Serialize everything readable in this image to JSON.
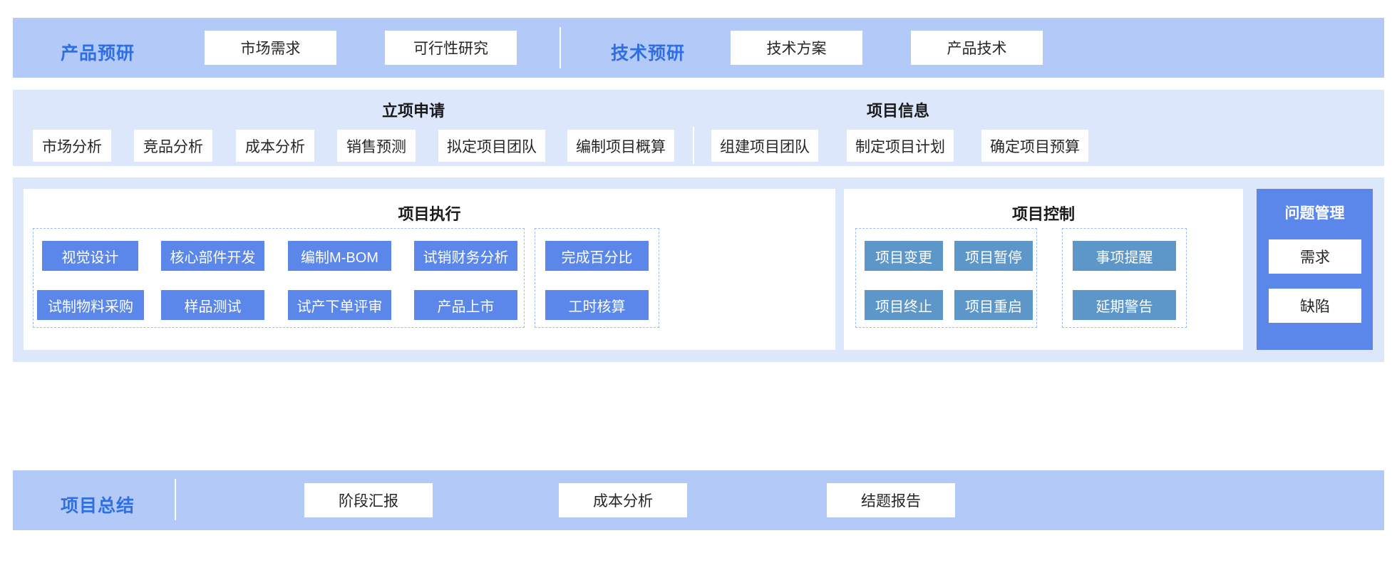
{
  "colors": {
    "band_dark": "#b3caf9",
    "band_light": "#dde7fc",
    "stage_label": "#2f6fe4",
    "chip_exec": "#5b87ea",
    "chip_ctrl": "#5d96c8",
    "issue_panel": "#5b87ea",
    "dashed_border": "#9dbcf2",
    "card_bg": "#ffffff",
    "page_bg": "#ffffff"
  },
  "row1": {
    "left_stage_label": "产品预研",
    "right_stage_label": "技术预研",
    "left_cards": [
      "市场需求",
      "可行性研究"
    ],
    "right_cards": [
      "技术方案",
      "产品技术"
    ]
  },
  "row2": {
    "left_title": "立项申请",
    "right_title": "项目信息",
    "left_cards": [
      "市场分析",
      "竞品分析",
      "成本分析",
      "销售预测",
      "拟定项目团队",
      "编制项目概算"
    ],
    "right_cards": [
      "组建项目团队",
      "制定项目计划",
      "确定项目预算"
    ]
  },
  "row3": {
    "exec_panel": {
      "title": "项目执行",
      "group_a": [
        [
          "视觉设计",
          "核心部件开发",
          "编制M-BOM",
          "试销财务分析"
        ],
        [
          "试制物料采购",
          "样品测试",
          "试产下单评审",
          "产品上市"
        ]
      ],
      "group_b": [
        [
          "完成百分比"
        ],
        [
          "工时核算"
        ]
      ]
    },
    "ctrl_panel": {
      "title": "项目控制",
      "group_a": [
        [
          "项目变更",
          "项目暂停"
        ],
        [
          "项目终止",
          "项目重启"
        ]
      ],
      "group_b": [
        [
          "事项提醒"
        ],
        [
          "延期警告"
        ]
      ]
    },
    "issue_panel": {
      "title": "问题管理",
      "cards": [
        "需求",
        "缺陷"
      ]
    }
  },
  "row4": {
    "stage_label": "项目总结",
    "cards": [
      "阶段汇报",
      "成本分析",
      "结题报告"
    ]
  }
}
